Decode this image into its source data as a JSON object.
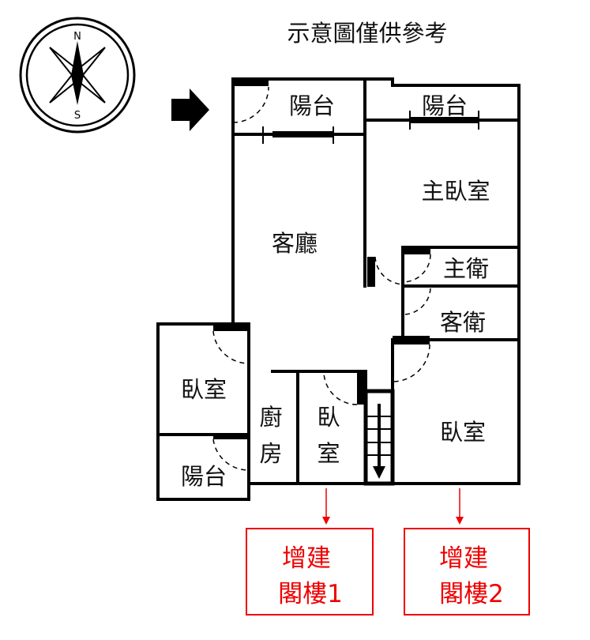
{
  "title": "示意圖僅供參考",
  "compass": {
    "north": "N",
    "south": "S"
  },
  "rooms": {
    "balcony_top_left": "陽台",
    "balcony_top_right": "陽台",
    "master_bedroom": "主臥室",
    "living_room": "客廳",
    "master_bath": "主衛",
    "guest_bath": "客衛",
    "bedroom_left": "臥室",
    "balcony_bottom_left": "陽台",
    "kitchen_1": "廚",
    "kitchen_2": "房",
    "bedroom_small_1": "臥",
    "bedroom_small_2": "室",
    "bedroom_right": "臥室"
  },
  "annotations": [
    {
      "line1": "增建",
      "line2": "閣樓1"
    },
    {
      "line1": "增建",
      "line2": "閣樓2"
    }
  ],
  "colors": {
    "annotation": "#e00000",
    "wall": "#000000"
  }
}
